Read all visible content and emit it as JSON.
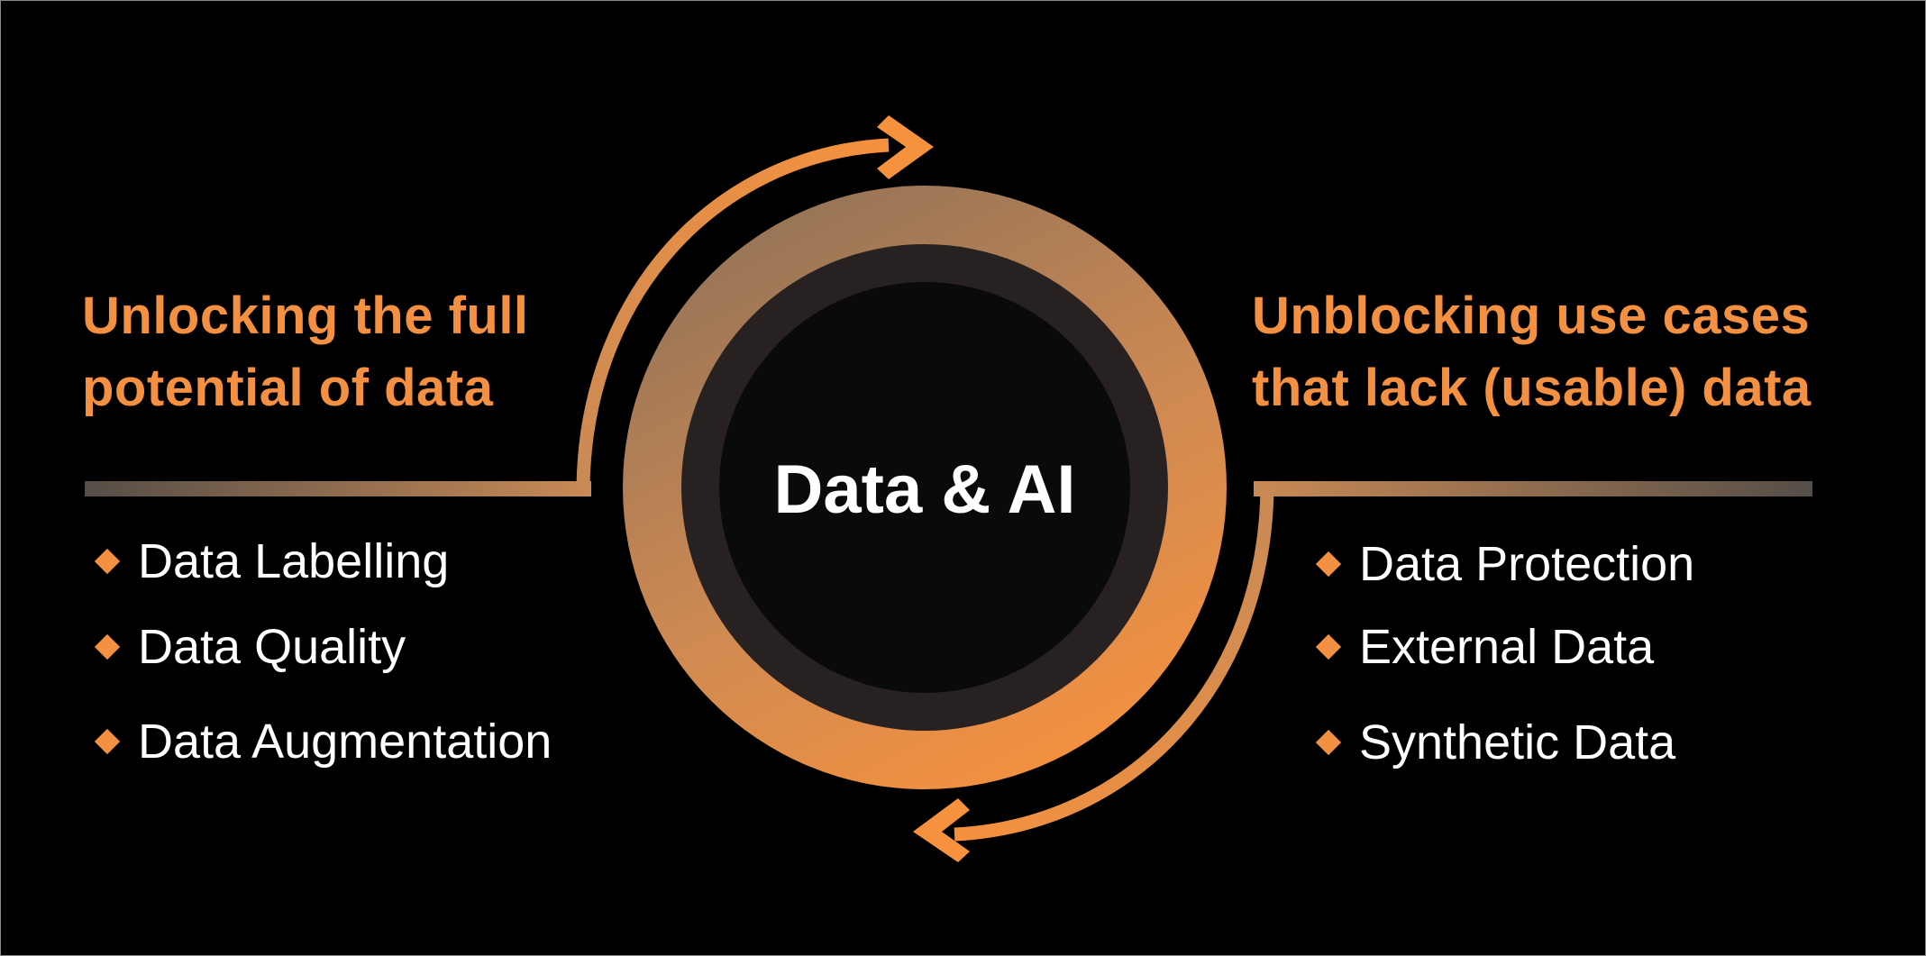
{
  "center": {
    "title": "Data & AI"
  },
  "left": {
    "heading_lines": [
      "Unlocking the full",
      "potential of data"
    ],
    "items": [
      "Data Labelling",
      "Data Quality",
      "Data Augmentation"
    ]
  },
  "right": {
    "heading_lines": [
      "Unblocking use cases",
      "that lack (usable) data"
    ],
    "items": [
      "Data Protection",
      "External Data",
      "Synthetic Data"
    ]
  },
  "colors": {
    "accent_orange": "#f39041",
    "ring_top": "#957659",
    "ring_bottom": "#f39041",
    "ring_dark": "#272121",
    "core": "#0a0a0a",
    "line_fade": "#554e48",
    "line_warm": "#c98a55",
    "text": "#ffffff",
    "background": "#000000"
  }
}
